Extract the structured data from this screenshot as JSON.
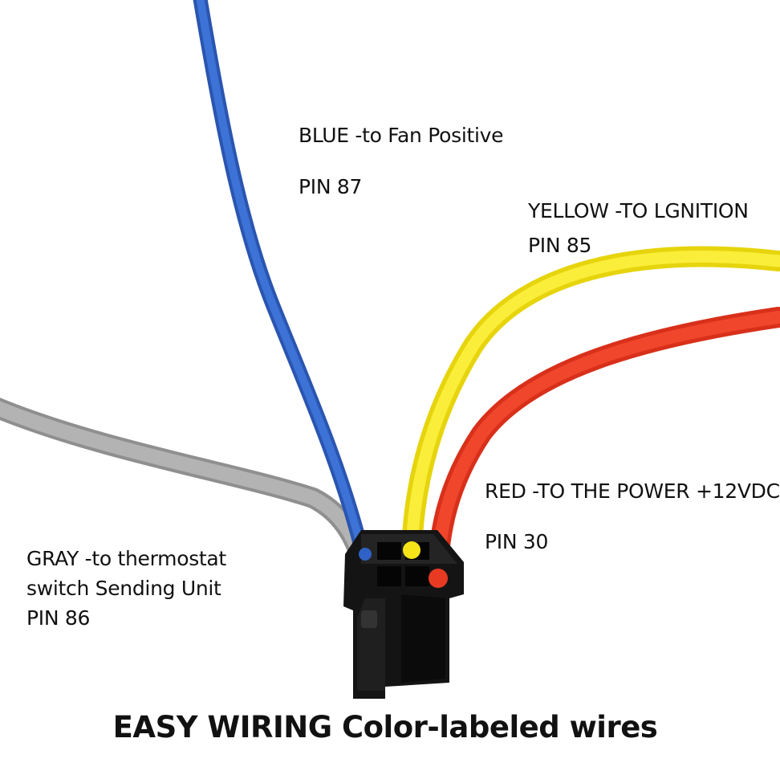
{
  "labels": {
    "blue_desc": "BLUE -to Fan Positive",
    "blue_pin": "PIN 87",
    "yellow_desc": "YELLOW -TO LGNITION",
    "yellow_pin": "PIN 85",
    "red_desc": "RED -TO THE POWER +12VDC",
    "red_pin": "PIN 30",
    "gray_desc_line1": "GRAY -to thermostat",
    "gray_desc_line2": "switch Sending Unit",
    "gray_pin": "PIN 86"
  },
  "caption": "EASY WIRING Color-labeled wires",
  "colors": {
    "blue_wire": "#2f62c7",
    "yellow_wire": "#f5e418",
    "red_wire": "#e83a22",
    "gray_wire": "#a9a9a9",
    "connector": "#141414"
  }
}
